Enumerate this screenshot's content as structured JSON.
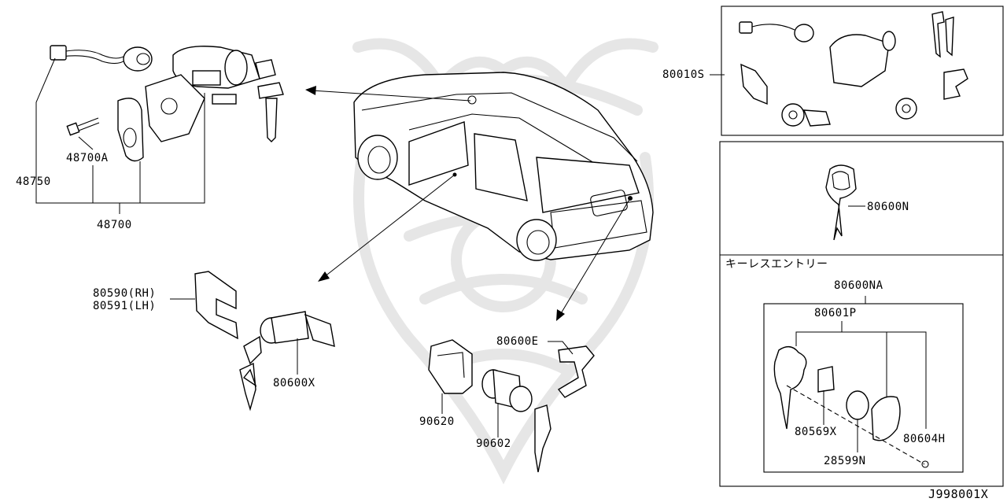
{
  "diagram_id": "J998001X",
  "keyless_entry_heading": "キーレスエントリー",
  "labels": {
    "p48750": "48750",
    "p48700A": "48700A",
    "p48700": "48700",
    "p80010S": "80010S",
    "p80600N": "80600N",
    "p80590": "80590(RH)",
    "p80591": "80591(LH)",
    "p80600X": "80600X",
    "p80600E": "80600E",
    "p90620": "90620",
    "p90602": "90602",
    "p80600NA": "80600NA",
    "p80601P": "80601P",
    "p80569X": "80569X",
    "p28599N": "28599N",
    "p80604H": "80604H"
  },
  "colors": {
    "line": "#000000",
    "watermark": "#e6e6e6",
    "background": "#ffffff"
  }
}
